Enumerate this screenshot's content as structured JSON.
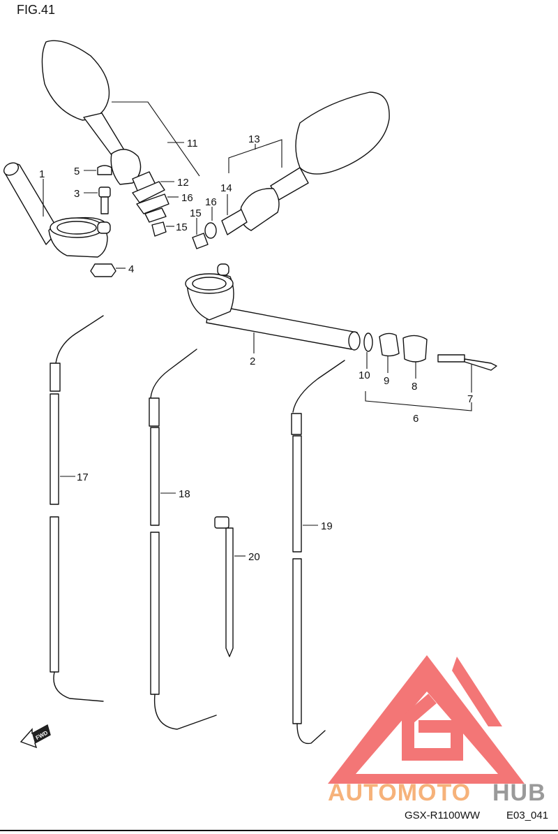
{
  "figure": {
    "title": "FIG.41"
  },
  "callouts": [
    {
      "label": "1"
    },
    {
      "label": "2"
    },
    {
      "label": "3"
    },
    {
      "label": "4"
    },
    {
      "label": "5"
    },
    {
      "label": "6"
    },
    {
      "label": "7"
    },
    {
      "label": "8"
    },
    {
      "label": "9"
    },
    {
      "label": "10"
    },
    {
      "label": "11"
    },
    {
      "label": "12"
    },
    {
      "label": "13"
    },
    {
      "label": "14"
    },
    {
      "label": "15"
    },
    {
      "label": "15"
    },
    {
      "label": "16"
    },
    {
      "label": "16"
    },
    {
      "label": "17"
    },
    {
      "label": "18"
    },
    {
      "label": "19"
    },
    {
      "label": "20"
    }
  ],
  "direction_arrow": {
    "label": "FWD"
  },
  "watermark": {
    "part1": "AUTOMOTO",
    "part2": "HUB",
    "color1": "#f6b27a",
    "color2": "#9a9a9a",
    "logo_color": "#f25f5f"
  },
  "footer": {
    "model": "GSX-R1100WW",
    "code": "E03_041"
  }
}
